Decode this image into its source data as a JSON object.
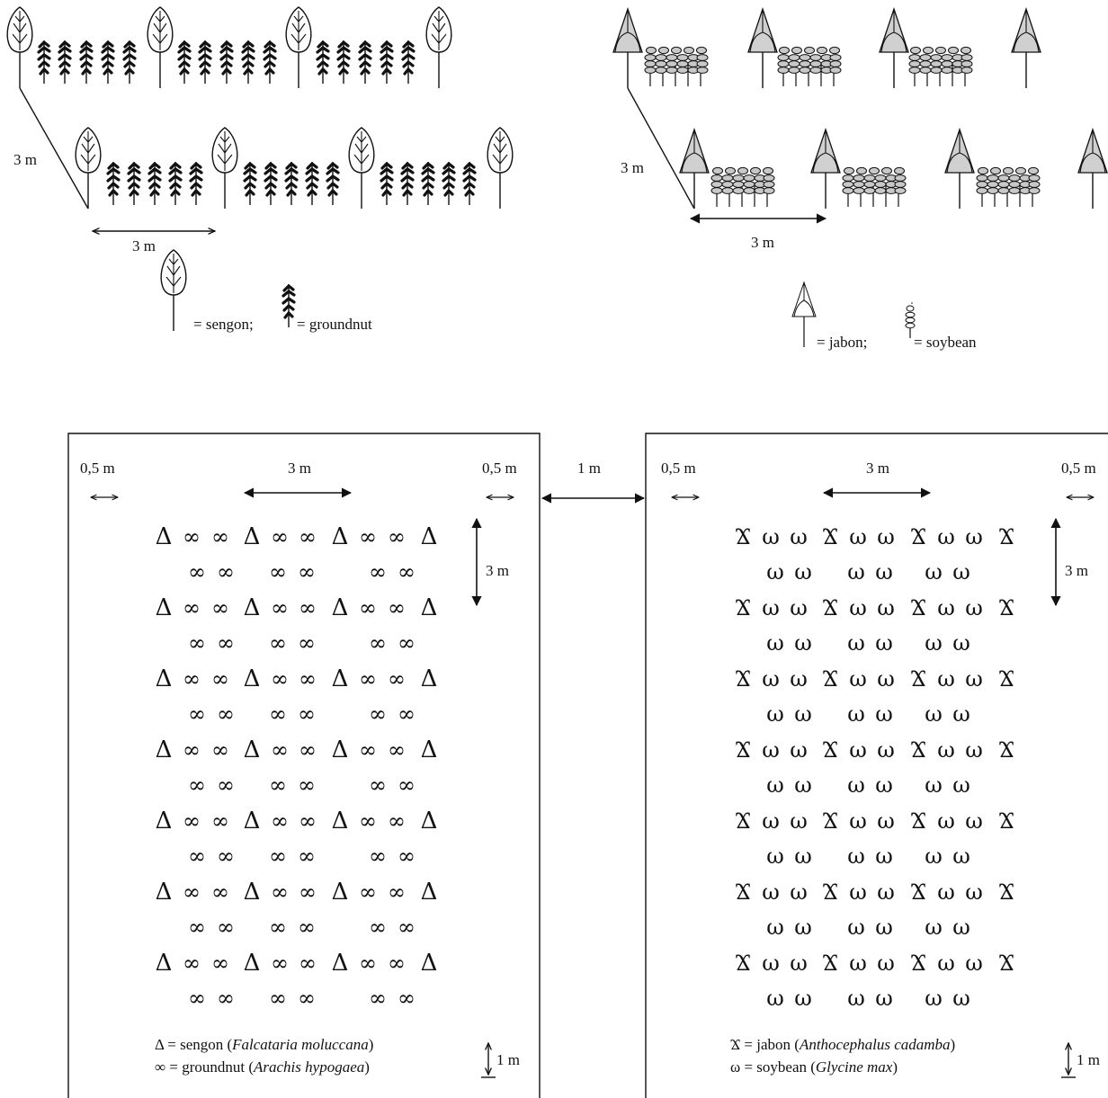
{
  "top_left": {
    "depth_label": "3 m",
    "width_label": "3 m",
    "legend": {
      "tree_eq": "= sengon;",
      "crop_eq": "= groundnut"
    }
  },
  "top_right": {
    "depth_label": "3 m",
    "width_label": "3 m",
    "legend": {
      "tree_eq": "= jabon;",
      "crop_eq": "= soybean"
    }
  },
  "plot_left": {
    "margin_left": "0,5 m",
    "spacing_top": "3 m",
    "margin_right": "0,5 m",
    "row_spacing": "3 m",
    "bottom_margin": "1 m",
    "tree_symbol": "Δ",
    "crop_symbol": "∞",
    "rows": 7,
    "legend_tree_prefix": "Δ = sengon (",
    "legend_tree_name": "Falcataria moluccana",
    "legend_tree_suffix": ")",
    "legend_crop_prefix": "∞ = groundnut (",
    "legend_crop_name": "Arachis hypogaea",
    "legend_crop_suffix": ")"
  },
  "gap_label": "1 m",
  "plot_right": {
    "margin_left": "0,5 m",
    "spacing_top": "3 m",
    "margin_right": "0,5 m",
    "row_spacing": "3 m",
    "bottom_margin": "1 m",
    "tree_symbol": "Ϫ",
    "crop_symbol": "ω",
    "rows": 7,
    "legend_tree_prefix": "Ϫ = jabon (",
    "legend_tree_name": "Anthocephalus cadamba",
    "legend_tree_suffix": ")",
    "legend_crop_prefix": "ω = soybean (",
    "legend_crop_name": "Glycine max",
    "legend_crop_suffix": ")"
  }
}
